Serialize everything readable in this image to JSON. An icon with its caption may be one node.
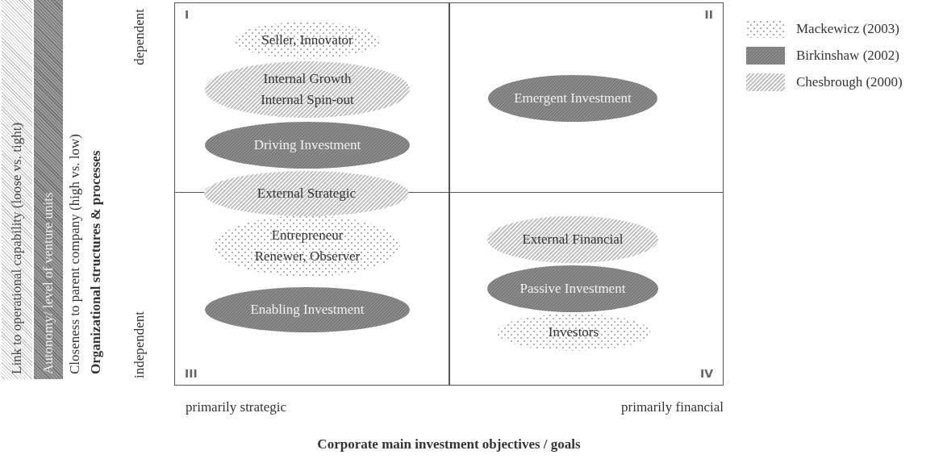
{
  "diagram": {
    "caption": "Corporate main investment objectives / goals",
    "nodes": [
      {
        "text": [
          "I"
        ]
      },
      {
        "text": [
          "Seller, Innovator"
        ],
        "in": 0
      },
      {
        "text": [
          "Internal Growth",
          "Internal Spin-out"
        ],
        "in": 0
      },
      {
        "text": [
          "Driving Investment"
        ],
        "in": 0
      },
      {
        "text": [
          "II"
        ]
      },
      {
        "text": [
          "Emergent Investment"
        ],
        "in": 4
      },
      {
        "text": [
          "External Strategic"
        ]
      },
      {
        "text": [
          "III"
        ]
      },
      {
        "text": [
          "Entrepreneur",
          "Renewer, Observer"
        ],
        "in": 7
      },
      {
        "text": [
          "Enabling Investment"
        ],
        "in": 7
      },
      {
        "text": [
          "IV"
        ]
      },
      {
        "text": [
          "External Financial"
        ],
        "in": 10
      },
      {
        "text": [
          "Passive Investment"
        ],
        "in": 10
      },
      {
        "text": [
          "Investors"
        ],
        "in": 10
      }
    ],
    "labels": [
      "Link to operational capability (loose vs. tight)",
      "Autonomy/ level of venture units",
      "Closeness to parent company (high vs. low)",
      "Organizational structures & processes",
      "dependent",
      "independent",
      "primarily strategic",
      "primarily financial"
    ],
    "legend": [
      {
        "text": "Mackewicz (2003)",
        "color": "#b0b0b0"
      },
      {
        "text": "Birkinshaw (2002)",
        "color": "#8c8c8c"
      },
      {
        "text": "Chesbrough (2000)",
        "color": "#c4c4c4"
      }
    ]
  }
}
